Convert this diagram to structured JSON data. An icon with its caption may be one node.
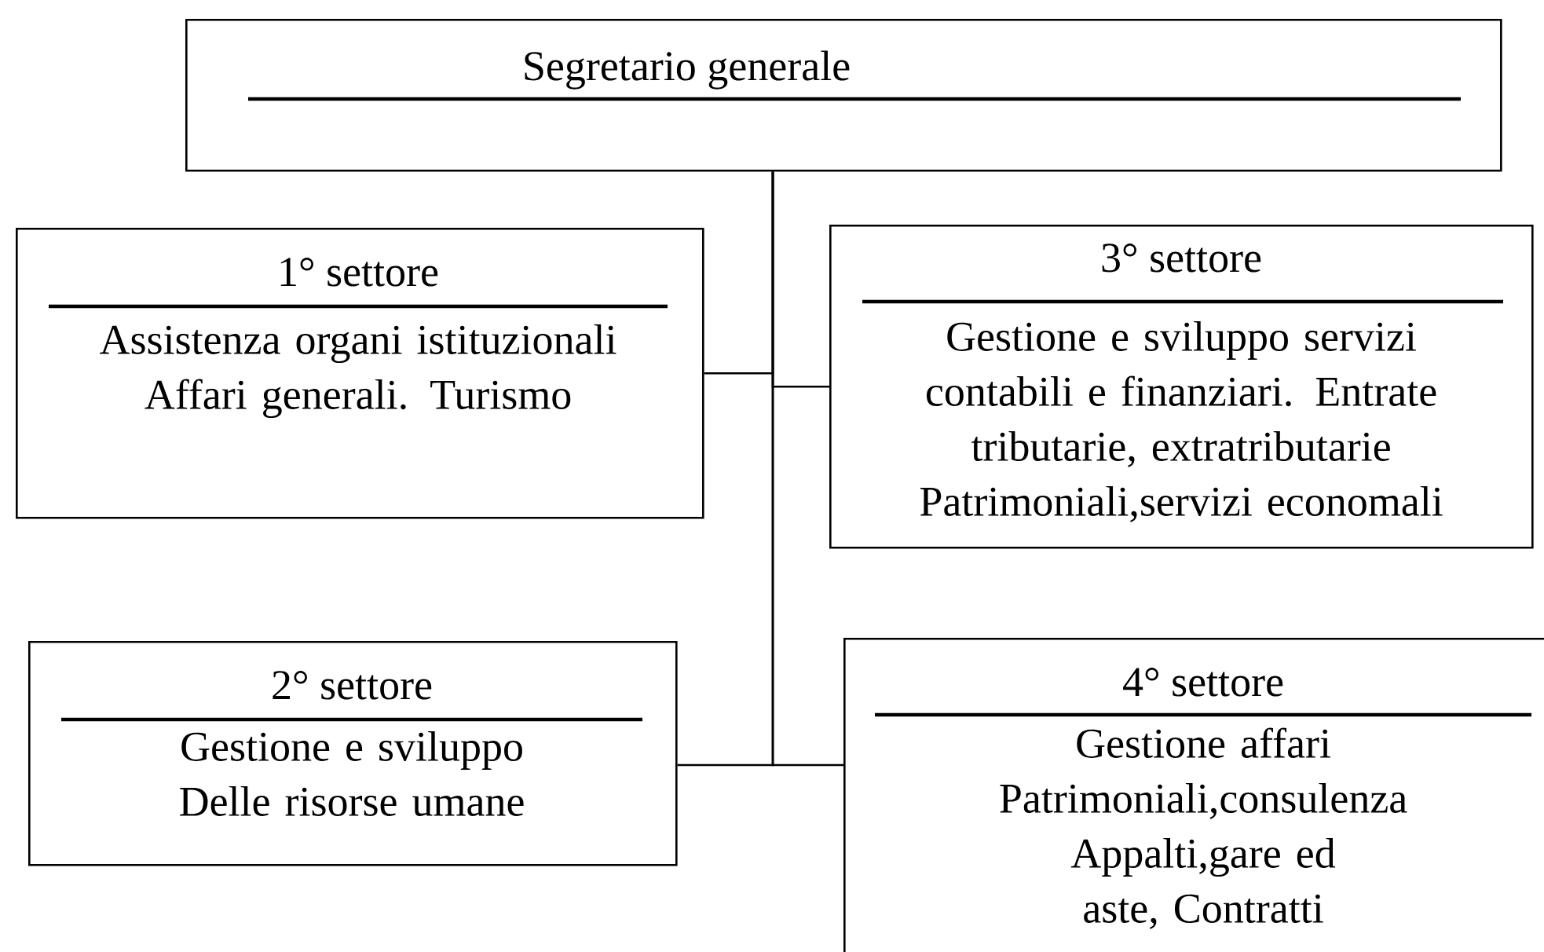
{
  "diagram": {
    "nodes": [
      {
        "text": [
          "Segretario generale"
        ]
      },
      {
        "text": [
          "1° settore",
          "Assistenza organi istituzionali Affari generali. Turismo"
        ]
      },
      {
        "text": [
          "3° settore",
          "Gestione e sviluppo servizi contabili e finanziari. Entrate tributarie, extratributarie Patrimoniali,servizi economali"
        ]
      },
      {
        "text": [
          "2° settore",
          "Gestione e sviluppo Delle risorse umane"
        ]
      },
      {
        "text": [
          "4° settore",
          "Gestione affari Patrimoniali,consulenza Appalti,gare ed aste, Contratti"
        ]
      }
    ],
    "edges": [
      {
        "from": 0,
        "to": 1,
        "arrow": "none"
      },
      {
        "from": 0,
        "to": 2,
        "arrow": "none"
      },
      {
        "from": 0,
        "to": 3,
        "arrow": "none"
      },
      {
        "from": 0,
        "to": 4,
        "arrow": "none"
      }
    ]
  }
}
